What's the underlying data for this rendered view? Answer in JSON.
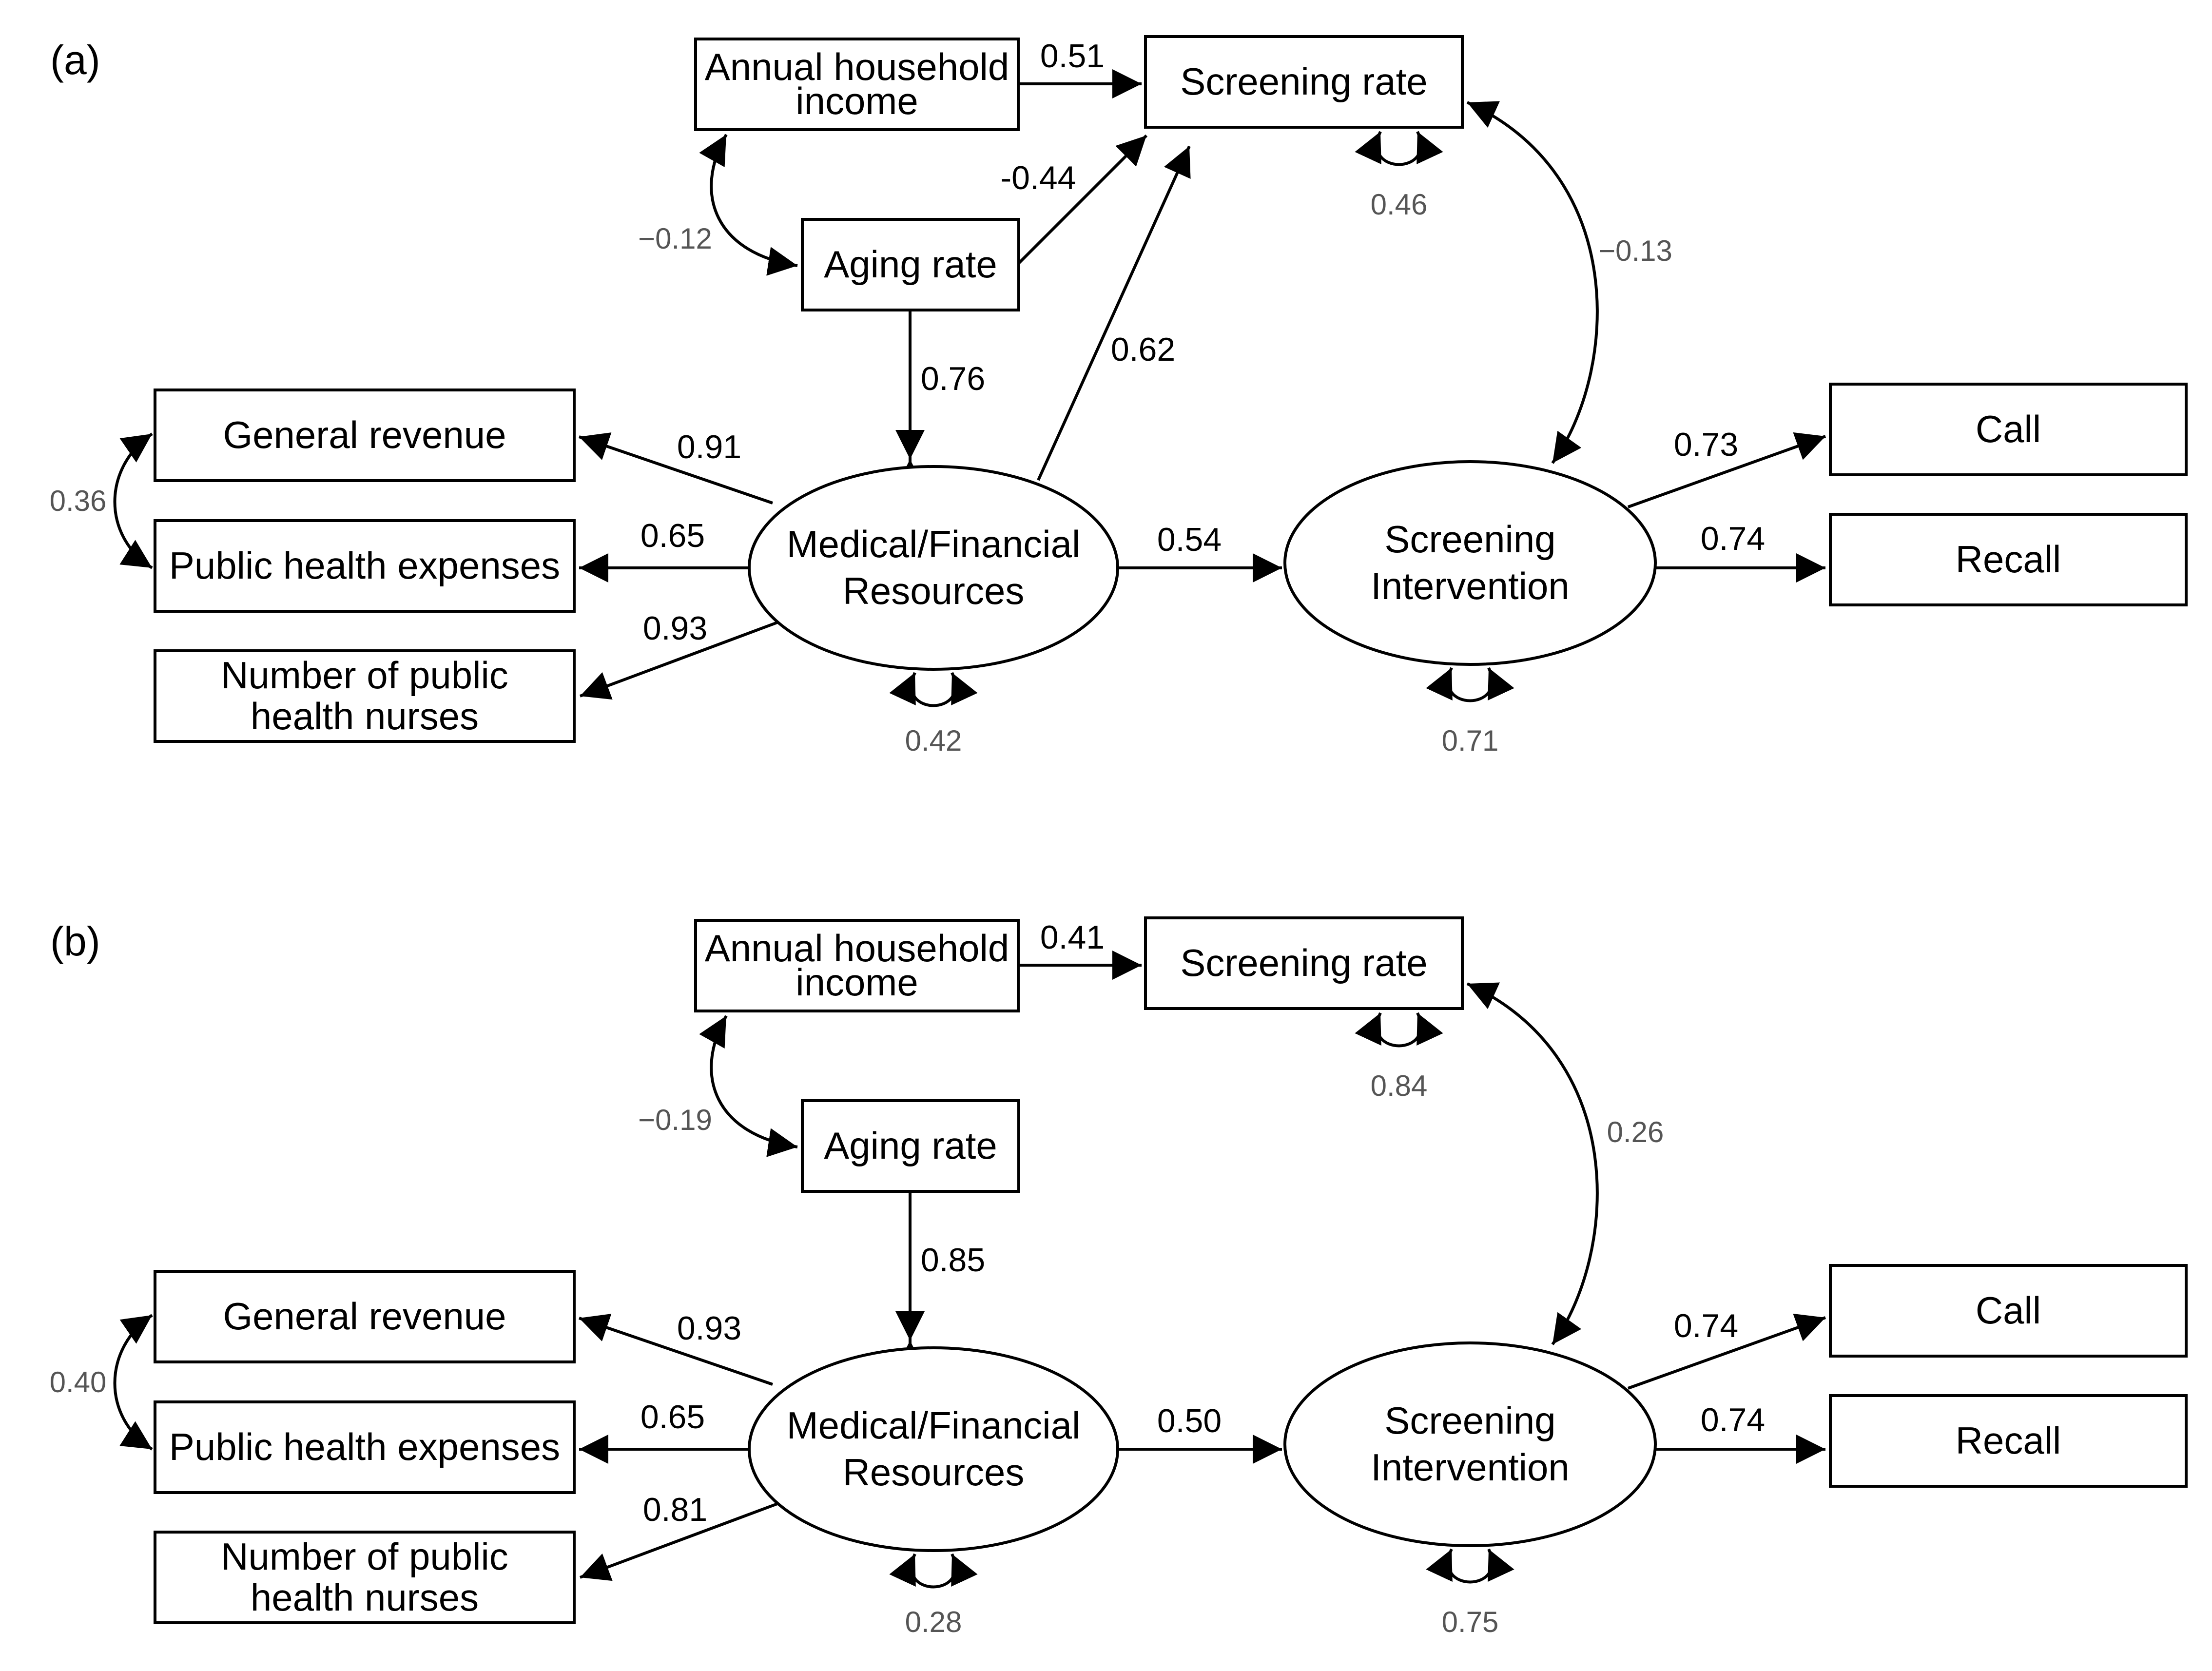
{
  "panels": [
    {
      "label": "(a)",
      "nodes": {
        "income": [
          "Annual household",
          "income"
        ],
        "screening_rate": [
          "Screening rate"
        ],
        "aging": [
          "Aging rate"
        ],
        "general_revenue": [
          "General revenue"
        ],
        "public_health": [
          "Public health expenses"
        ],
        "nurses": [
          "Number of public",
          "health nurses"
        ],
        "medfin": [
          "Medical/Financial",
          "Resources"
        ],
        "intervention": [
          "Screening",
          "Intervention"
        ],
        "call": [
          "Call"
        ],
        "recall": [
          "Recall"
        ]
      },
      "coefficients": {
        "income_to_rate": "0.51",
        "aging_to_rate": "-0.44",
        "aging_to_medfin": "0.76",
        "medfin_to_rate": "0.62",
        "medfin_to_revenue": "0.91",
        "medfin_to_health": "0.65",
        "medfin_to_nurses": "0.93",
        "medfin_to_intervention": "0.54",
        "intervention_to_call": "0.73",
        "intervention_to_recall": "0.74"
      },
      "covariances": {
        "income_aging": "−0.12",
        "rate_intervention": "−0.13",
        "revenue_health": "0.36"
      },
      "residuals": {
        "screening_rate": "0.46",
        "medfin": "0.42",
        "intervention": "0.71"
      }
    },
    {
      "label": "(b)",
      "nodes": {
        "income": [
          "Annual household",
          "income"
        ],
        "screening_rate": [
          "Screening rate"
        ],
        "aging": [
          "Aging rate"
        ],
        "general_revenue": [
          "General revenue"
        ],
        "public_health": [
          "Public health expenses"
        ],
        "nurses": [
          "Number of public",
          "health nurses"
        ],
        "medfin": [
          "Medical/Financial",
          "Resources"
        ],
        "intervention": [
          "Screening",
          "Intervention"
        ],
        "call": [
          "Call"
        ],
        "recall": [
          "Recall"
        ]
      },
      "coefficients": {
        "income_to_rate": "0.41",
        "aging_to_medfin": "0.85",
        "medfin_to_revenue": "0.93",
        "medfin_to_health": "0.65",
        "medfin_to_nurses": "0.81",
        "medfin_to_intervention": "0.50",
        "intervention_to_call": "0.74",
        "intervention_to_recall": "0.74"
      },
      "covariances": {
        "income_aging": "−0.19",
        "rate_intervention": "0.26",
        "revenue_health": "0.40"
      },
      "residuals": {
        "screening_rate": "0.84",
        "medfin": "0.28",
        "intervention": "0.75"
      }
    }
  ]
}
